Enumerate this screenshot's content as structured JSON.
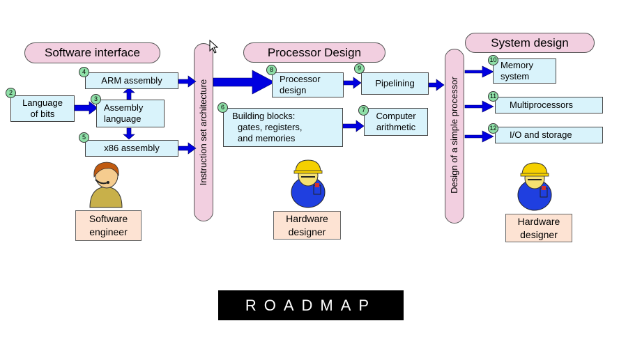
{
  "headers": {
    "software_interface": "Software interface",
    "processor_design": "Processor Design",
    "system_design": "System design"
  },
  "vertical_labels": {
    "isa": "Instruction set architecture",
    "simple_processor": "Design of a simple processor"
  },
  "nodes": {
    "n2": {
      "num": "2",
      "lines": [
        "Language",
        "of bits"
      ]
    },
    "n3": {
      "num": "3",
      "lines": [
        "Assembly",
        "language"
      ]
    },
    "n4": {
      "num": "4",
      "lines": [
        "ARM assembly"
      ]
    },
    "n5": {
      "num": "5",
      "lines": [
        "x86 assembly"
      ]
    },
    "n6": {
      "num": "6",
      "lines": [
        "Building blocks:",
        "gates, registers,",
        "and memories"
      ]
    },
    "n7": {
      "num": "7",
      "lines": [
        "Computer",
        "arithmetic"
      ]
    },
    "n8": {
      "num": "8",
      "lines": [
        "Processor",
        "design"
      ]
    },
    "n9": {
      "num": "9",
      "lines": [
        "Pipelining"
      ]
    },
    "n10": {
      "num": "10",
      "lines": [
        "Memory",
        "system"
      ]
    },
    "n11": {
      "num": "11",
      "lines": [
        "Multiprocessors"
      ]
    },
    "n12": {
      "num": "12",
      "lines": [
        "I/O and storage"
      ]
    }
  },
  "roles": {
    "software": [
      "Software",
      "engineer"
    ],
    "hardware1": [
      "Hardware",
      "designer"
    ],
    "hardware2": [
      "Hardware",
      "designer"
    ]
  },
  "banner": "ROADMAP",
  "colors": {
    "arrow": "#0000e0",
    "box_fill": "#d9f3fb",
    "pill_fill": "#f2cfe0",
    "badge": "#8fe0a8",
    "role_fill": "#fde3d3",
    "helmet": "#f5d000",
    "body_blue": "#1f3fe0",
    "hair": "#c05a10",
    "skin": "#f5cc8f"
  }
}
